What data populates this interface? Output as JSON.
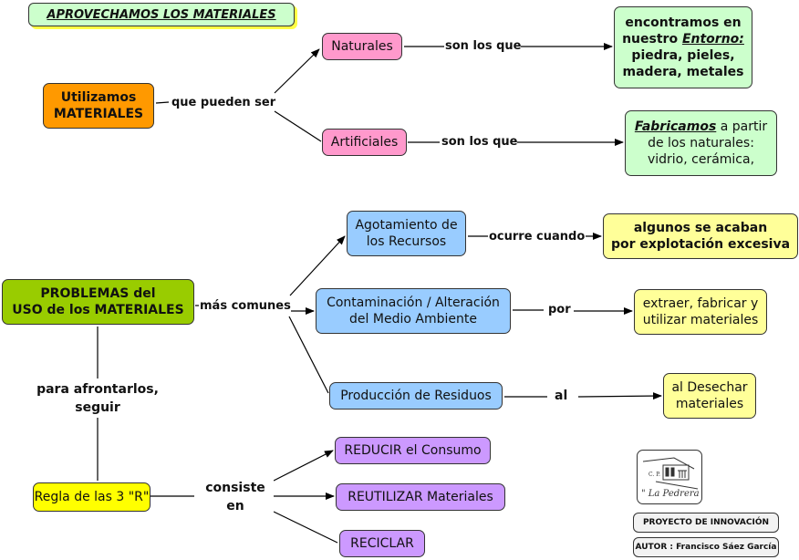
{
  "title": "APROVECHAMOS LOS MATERIALES",
  "section1": {
    "root": {
      "line1": "Utilizamos",
      "line2": "MATERIALES"
    },
    "root_link": "que pueden ser",
    "naturales": "Naturales",
    "artificiales": "Artificiales",
    "naturales_link": "son los que",
    "artificiales_link": "son los que",
    "naturales_detail": {
      "line1": "encontramos en",
      "line2_pre": "nuestro ",
      "line2_em": "Entorno:",
      "line3": "piedra, pieles,",
      "line4": "madera, metales"
    },
    "artificiales_detail": {
      "em": "Fabricamos",
      "line1_post": " a partir",
      "line2": "de los naturales:",
      "line3": "vidrio, cerámica,"
    }
  },
  "section2": {
    "root": {
      "line1": "PROBLEMAS del",
      "line2": "USO de los MATERIALES"
    },
    "root_link": "más comunes",
    "problems": [
      {
        "line1": "Agotamiento de",
        "line2": "los Recursos",
        "link": "ocurre cuando",
        "detail1": "algunos se acaban",
        "detail2": "por explotación excesiva"
      },
      {
        "line1": "Contaminación / Alteración",
        "line2": "del Medio Ambiente",
        "link": "por",
        "detail1": "extraer, fabricar y",
        "detail2": "utilizar materiales"
      },
      {
        "line1": "Producción de Residuos",
        "line2": "",
        "link": "al",
        "detail1": "al Desechar",
        "detail2": "materiales"
      }
    ],
    "down_link": {
      "line1": "para afrontarlos,",
      "line2": "seguir"
    },
    "rule": "Regla de las 3 \"R\"",
    "rule_link": {
      "line1": "consiste",
      "line2": "en"
    },
    "rs": [
      "REDUCIR el Consumo",
      "REUTILIZAR Materiales",
      "RECICLAR"
    ]
  },
  "credits": {
    "logo": {
      "top": "C. P.",
      "name": "\" La Pedrera \""
    },
    "project": "PROYECTO DE INNOVACIÓN",
    "author": "AUTOR : Francisco Sáez García"
  }
}
